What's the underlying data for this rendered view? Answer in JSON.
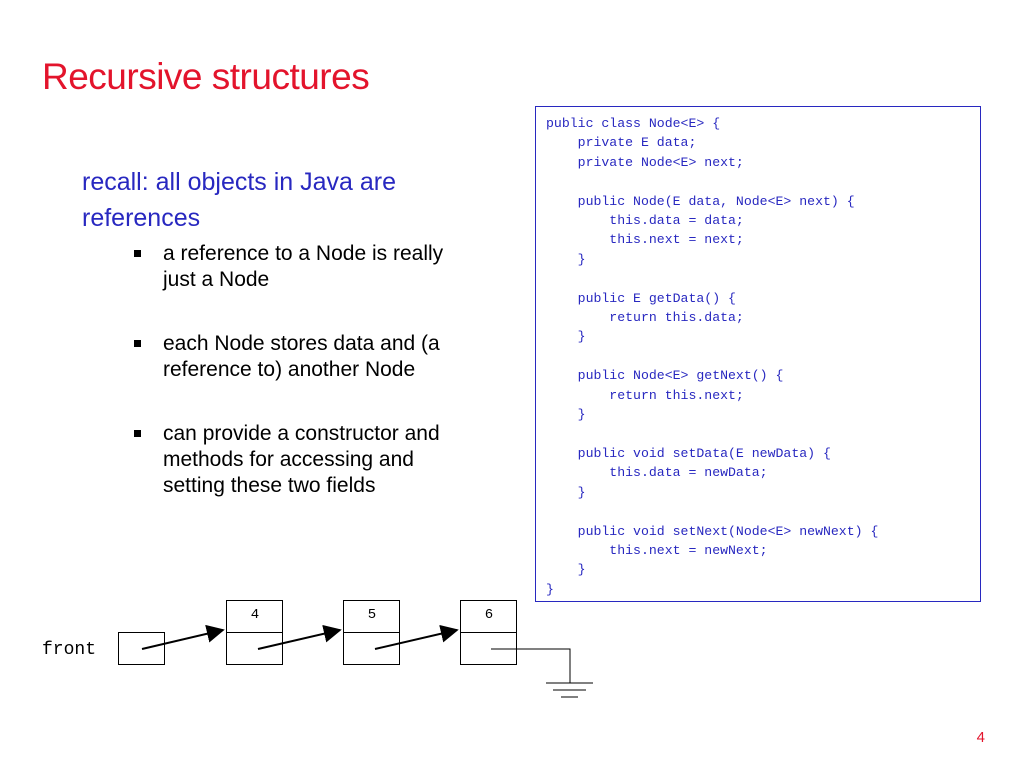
{
  "slide": {
    "title": "Recursive structures",
    "intro": "recall: all objects in Java are references",
    "bullets": [
      "a reference to a Node is really just a Node",
      "each Node stores data and (a reference to) another Node",
      "can provide a constructor and methods for accessing and setting these two fields"
    ],
    "code": "public class Node<E> {\n    private E data;\n    private Node<E> next;\n\n    public Node(E data, Node<E> next) {\n        this.data = data;\n        this.next = next;\n    }\n\n    public E getData() {\n        return this.data;\n    }\n\n    public Node<E> getNext() {\n        return this.next;\n    }\n\n    public void setData(E newData) {\n        this.data = newData;\n    }\n\n    public void setNext(Node<E> newNext) {\n        this.next = newNext;\n    }\n}",
    "diagram": {
      "front_label": "front",
      "nodes": [
        "4",
        "5",
        "6"
      ]
    },
    "page_number": "4"
  },
  "colors": {
    "title": "#e3142c",
    "text_blue": "#2828c0",
    "text_black": "#000000"
  }
}
